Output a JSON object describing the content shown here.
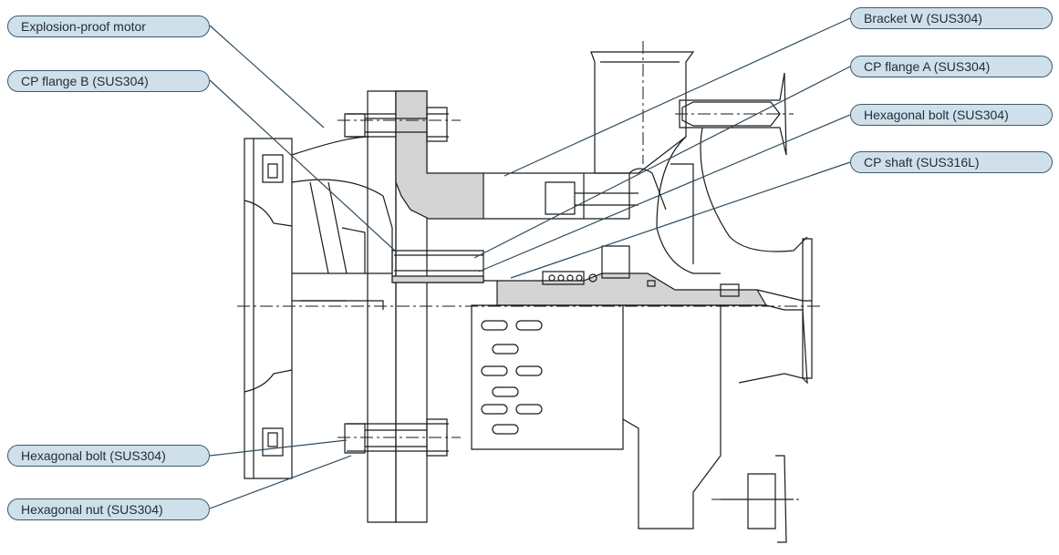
{
  "labels": {
    "explosion_proof_motor": "Explosion-proof motor",
    "cp_flange_b": "CP flange B (SUS304)",
    "hex_bolt_left": "Hexagonal bolt (SUS304)",
    "hex_nut_left": "Hexagonal nut (SUS304)",
    "bracket_w": "Bracket W (SUS304)",
    "cp_flange_a": "CP flange A (SUS304)",
    "hex_bolt_right": "Hexagonal bolt (SUS304)",
    "cp_shaft": "CP shaft (SUS316L)"
  },
  "colors": {
    "line": "#1a1a1a",
    "hatch_fill": "#d4d4d4",
    "callout_fill": "#cfe0ea",
    "callout_border": "#3a5a70"
  }
}
